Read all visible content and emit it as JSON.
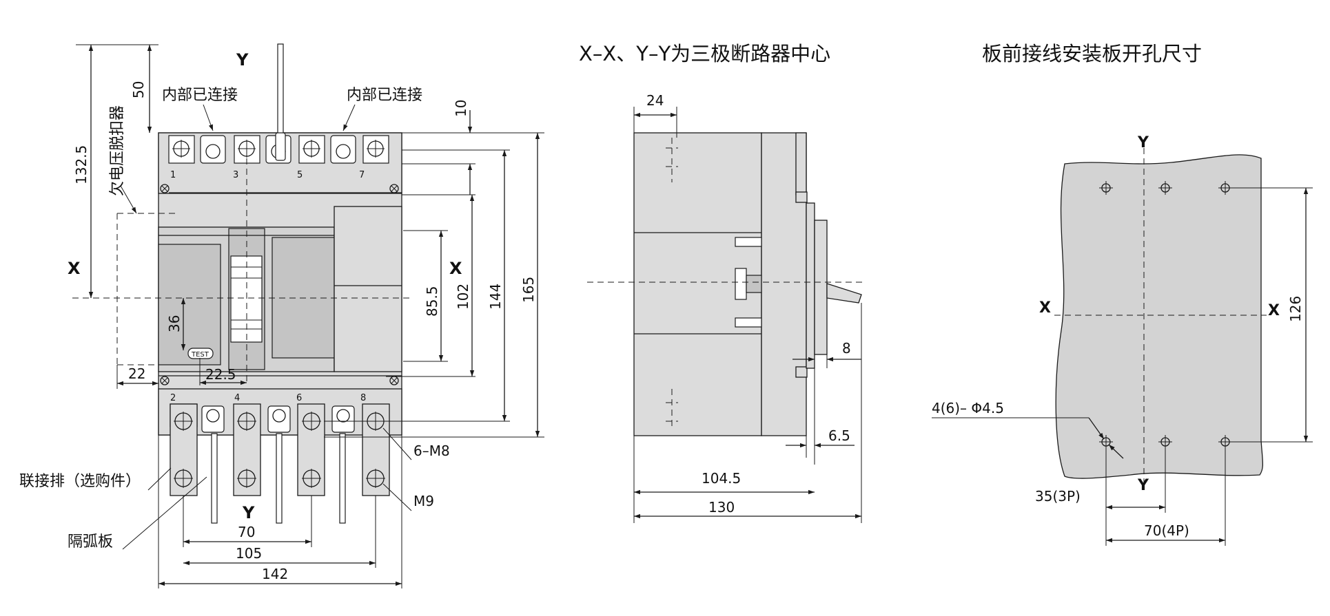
{
  "headings": {
    "center": "X–X、Y–Y为三极断路器中心",
    "panel": "板前接线安装板开孔尺寸"
  },
  "front_view": {
    "axis_y_top": "Y",
    "axis_y_bottom": "Y",
    "axis_x": "X",
    "axis_x_right": "X",
    "internal_conn_left": "内部已连接",
    "internal_conn_right": "内部已连接",
    "undervoltage_release": "欠电压脱扣器",
    "terminal_numbers_top": [
      "1",
      "3",
      "5",
      "7"
    ],
    "terminal_numbers_bottom": [
      "2",
      "4",
      "6",
      "8"
    ],
    "test_button": "TEST",
    "connection_bar": "联接排（选购件）",
    "arc_barrier": "隔弧板",
    "thread_m8": "6–M8",
    "thread_m9": "M9",
    "dims": {
      "d50": "50",
      "d132_5": "132.5",
      "d10": "10",
      "d85_5": "85.5",
      "d102": "102",
      "d144": "144",
      "d165": "165",
      "d36": "36",
      "d22": "22",
      "d22_5": "22.5",
      "d70": "70",
      "d105": "105",
      "d142": "142"
    }
  },
  "side_view": {
    "dims": {
      "d24": "24",
      "d8": "8",
      "d6_5": "6.5",
      "d104_5": "104.5",
      "d130": "130"
    }
  },
  "panel_view": {
    "axis_y_top": "Y",
    "axis_y_bottom": "Y",
    "axis_x_left": "X",
    "axis_x_right": "X",
    "hole_spec": "4(6)– Φ4.5",
    "dims": {
      "d126": "126",
      "d35": "35(3P)",
      "d70": "70(4P)"
    }
  }
}
